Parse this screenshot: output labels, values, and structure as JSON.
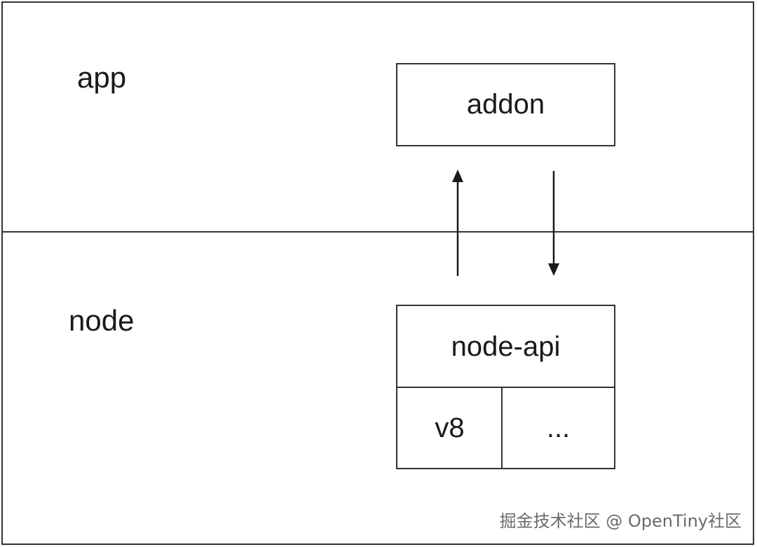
{
  "layers": {
    "app": "app",
    "node": "node"
  },
  "boxes": {
    "addon": "addon",
    "node_api": "node-api",
    "v8": "v8",
    "more": "..."
  },
  "watermark": "掘金技术社区 @ OpenTiny社区",
  "colors": {
    "line": "#333333",
    "text": "#1a1a1a",
    "background": "#ffffff"
  }
}
